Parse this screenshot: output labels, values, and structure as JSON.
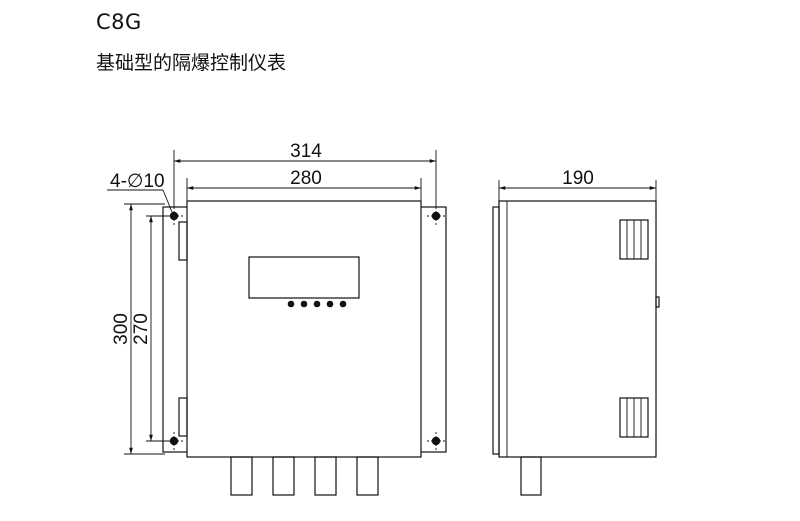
{
  "header": {
    "model": "C8G",
    "description": "基础型的隔爆控制仪表"
  },
  "front_view": {
    "dim_outer_width": "314",
    "dim_inner_width": "280",
    "dim_outer_height": "300",
    "dim_inner_height": "270",
    "mount_holes": "4-∅10",
    "button_count": 5,
    "cable_gland_count": 4
  },
  "side_view": {
    "dim_depth": "190"
  },
  "colors": {
    "line": "#111111",
    "background": "#ffffff"
  }
}
